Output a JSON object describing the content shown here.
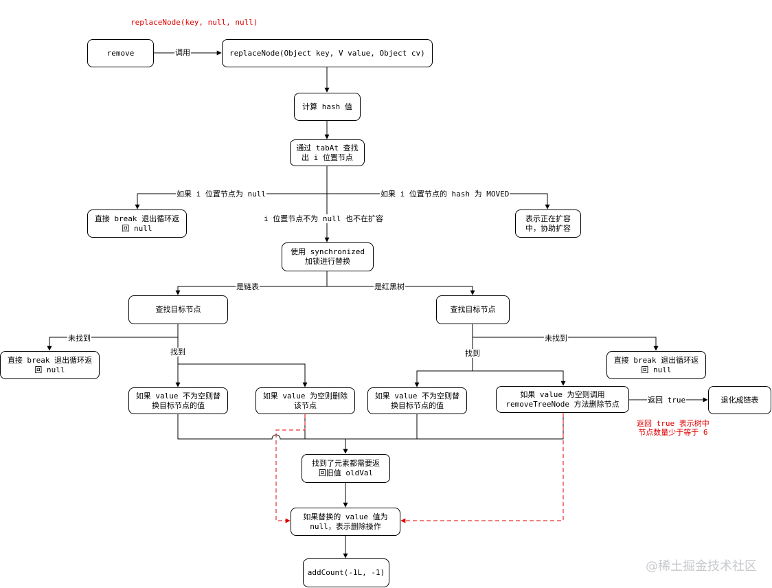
{
  "header_note": "replaceNode(key, null, null)",
  "nodes": {
    "remove": "remove",
    "replace_node": "replaceNode(Object key, V value, Object cv)",
    "compute_hash": "计算 hash 值",
    "tabat": "通过 tabAt 查找\n出 i 位置节点",
    "break_top": "直接 break 退出循环返\n回 null",
    "helping": "表示正在扩容\n中，协助扩容",
    "synchronized": "使用 synchronized\n加锁进行替换",
    "find_list": "查找目标节点",
    "find_tree": "查找目标节点",
    "break_left": "直接 break 退出循环返\n回 null",
    "break_right": "直接 break 退出循环返\n回 null",
    "replace_list": "如果 value 不为空则替\n换目标节点的值",
    "delete_list": "如果 value 为空则删除\n该节点",
    "replace_tree": "如果 value 不为空则替\n换目标节点的值",
    "delete_tree": "如果 value 为空则调用\nremoveTreeNode 方法删除节点",
    "untreeify": "退化成链表",
    "return_old": "找到了元素都需要返\n回旧值 oldVal",
    "null_delete": "如果替换的 value 值为\nnull，表示删除操作",
    "add_count": "addCount(-1L, -1)"
  },
  "edge_labels": {
    "call": "调用",
    "is_null": "如果 i 位置节点为 null",
    "moved": "如果 i 位置节点的 hash 为 MOVED",
    "not_null": "i 位置节点不为 null 也不在扩容",
    "is_list": "是链表",
    "is_tree": "是红黑树",
    "not_found_left": "未找到",
    "found_left": "找到",
    "found_right": "找到",
    "not_found_right": "未找到",
    "return_true": "返回 true"
  },
  "red_note": "返回 true 表示树中\n节点数量少于等于 6",
  "watermark": "@稀土掘金技术社区",
  "colors": {
    "line": "#000000",
    "dashed": "#e00000",
    "watermark": "#c7c9cd"
  }
}
